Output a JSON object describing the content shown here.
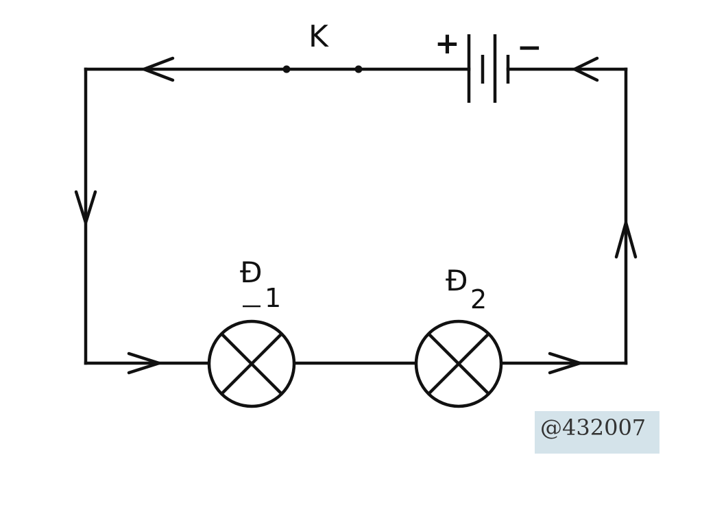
{
  "labels": {
    "switch": "K",
    "battery_positive": "+",
    "battery_negative": "−",
    "lamp1_main": "Đ",
    "lamp1_sub": "1",
    "lamp2_main": "Đ",
    "lamp2_sub": "2"
  },
  "watermark": "@432007"
}
